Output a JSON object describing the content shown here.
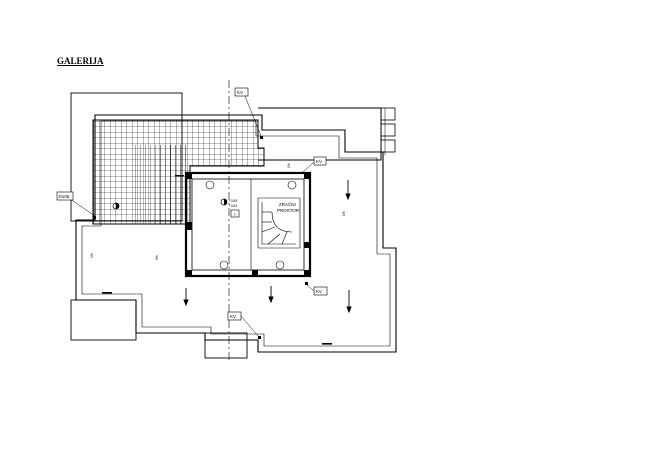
{
  "title": "GALERIJA",
  "tags": {
    "kv": "KV",
    "d": "D10b"
  },
  "room": {
    "line1": "ZRAČNI",
    "line2": "PROSTOR"
  },
  "levels": {
    "l1": "+3,65",
    "l2": "+3,53"
  },
  "room_no": "1"
}
